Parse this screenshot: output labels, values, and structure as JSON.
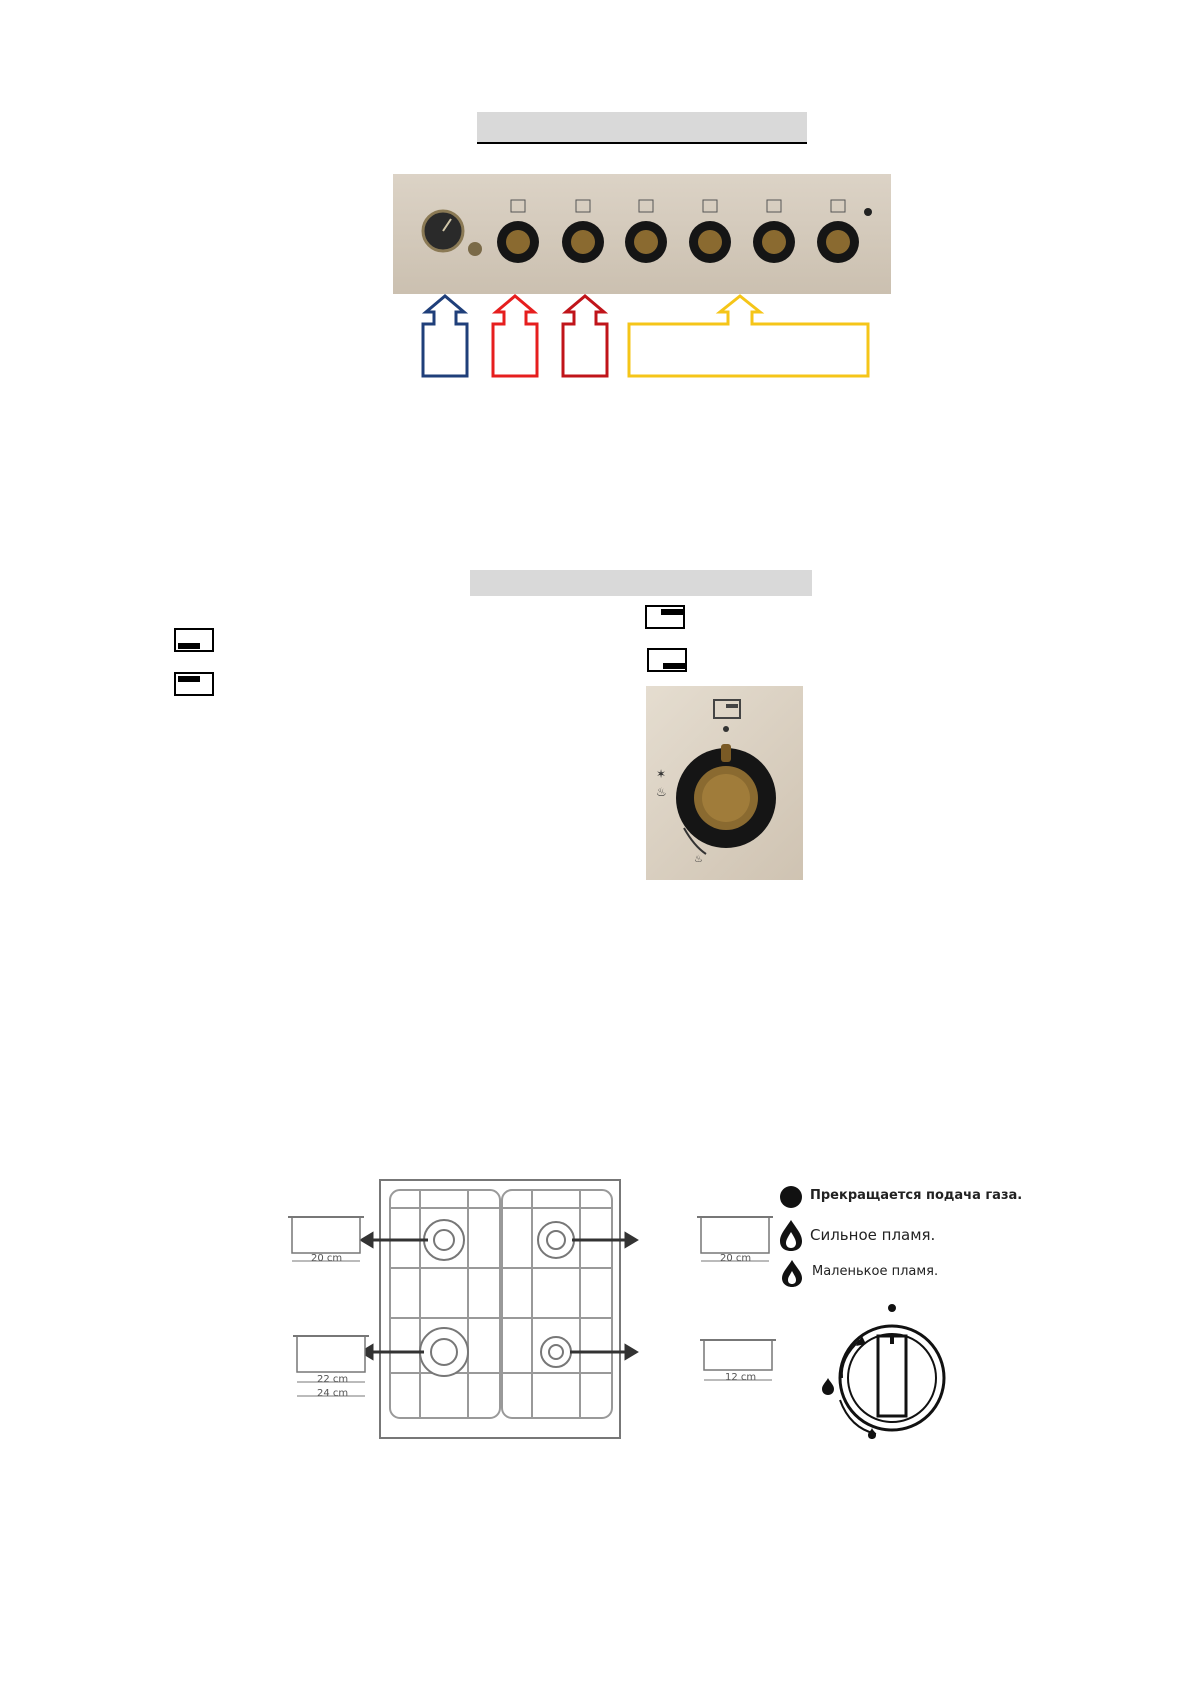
{
  "legend": {
    "gas_off": "Прекращается подача газа.",
    "high_flame": "Сильное пламя.",
    "low_flame": "Маленькое пламя."
  },
  "cookware": {
    "top_left": "20 cm",
    "top_right": "20 cm",
    "bottom_left_1": "22 cm",
    "bottom_left_2": "24 cm",
    "bottom_right": "12 cm"
  },
  "callout_colors": {
    "blue": "#1f3f7a",
    "red": "#e61e1e",
    "dark_red": "#c0141a",
    "yellow": "#f5c518"
  }
}
